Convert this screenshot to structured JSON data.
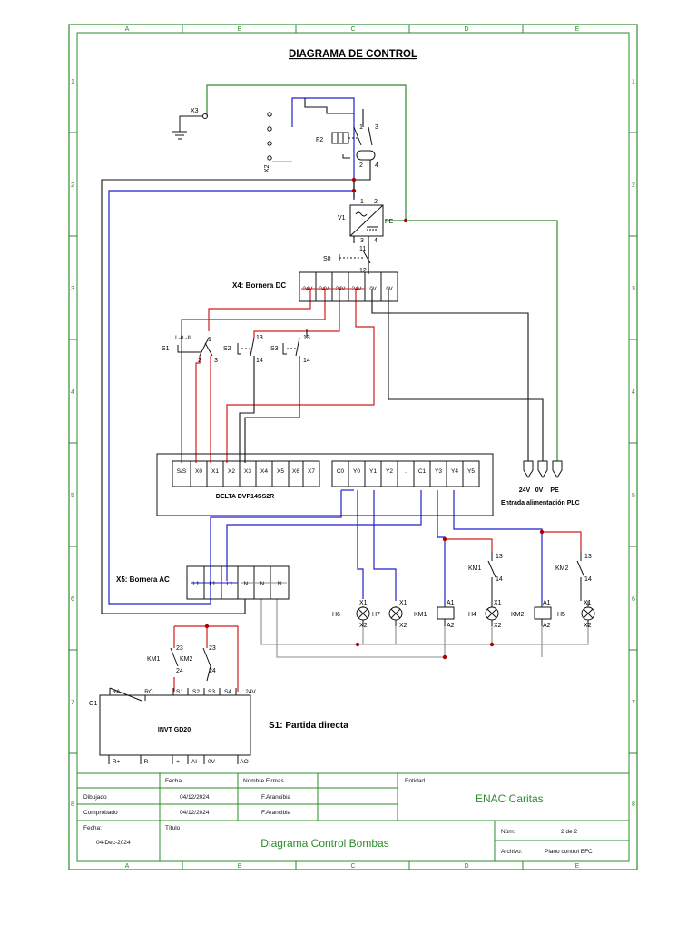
{
  "title": "DIAGRAMA DE CONTROL",
  "grid": {
    "columns": [
      "A",
      "B",
      "C",
      "D",
      "E"
    ],
    "rows": [
      "1",
      "2",
      "3",
      "4",
      "5",
      "6",
      "7",
      "8"
    ]
  },
  "colors": {
    "frame": "#2e8b2e",
    "wire_blue": "#1f1fd0",
    "wire_red": "#d01c1c",
    "wire_black": "#111111",
    "wire_green": "#2e8b2e",
    "wire_gray": "#8c8c8c",
    "node": "#b00000"
  },
  "labels": {
    "x3": "X3",
    "x2": "X2",
    "f2": "F2",
    "f2_t1": "1",
    "f2_t3": "3",
    "f2_t2": "2",
    "f2_t4": "4",
    "v1": "V1",
    "v1_t1": "1",
    "v1_t2": "2",
    "v1_t3": "3",
    "v1_t4": "4",
    "v1_pe": "PE",
    "s0": "S0",
    "s0_t11": "11",
    "s0_t12": "12",
    "x4_title": "X4: Bornera DC",
    "x4_terms": [
      "24V",
      "24V",
      "24V",
      "24V",
      "0V",
      "0V"
    ],
    "s1_sel": "I -0 -II",
    "s1": "S1",
    "s1_t1": "1",
    "s1_t2": "2",
    "s1_t3": "3",
    "s2": "S2",
    "s2_t13": "13",
    "s2_t14": "14",
    "s3": "S3",
    "s3_t13": "13",
    "s3_t14": "14",
    "plc_inputs": [
      "S/S",
      "X0",
      "X1",
      "X2",
      "X3",
      "X4",
      "X5",
      "X6",
      "X7"
    ],
    "plc_outputs": [
      "C0",
      "Y0",
      "Y1",
      "Y2",
      ".",
      "C1",
      "Y3",
      "Y4",
      "Y5"
    ],
    "plc_name": "DELTA DVP14SS2R",
    "supply_labels": [
      "24V",
      "0V",
      "PE"
    ],
    "supply_title": "Entrada alimentación PLC",
    "x5_title": "X5: Bornera AC",
    "x5_terms": [
      "L1",
      "L1",
      "L1",
      "N",
      "N",
      "N"
    ],
    "km1_out": "KM1",
    "km1_out_13": "13",
    "km1_out_14": "14",
    "km2_out": "KM2",
    "km2_out_13": "13",
    "km2_out_14": "14",
    "h6": "H6",
    "h7": "H7",
    "h4": "H4",
    "h5": "H5",
    "coil_km1": "KM1",
    "coil_km2": "KM2",
    "x1": "X1",
    "x2_t": "X2",
    "a1": "A1",
    "a2": "A2",
    "km1_aux": "KM1",
    "km1_aux_23": "23",
    "km1_aux_24": "24",
    "km2_aux": "KM2",
    "km2_aux_23": "23",
    "km2_aux_24": "24",
    "g1": "G1",
    "inv_top": [
      "RA",
      "RC",
      "S1",
      "S2",
      "S3",
      "S4",
      "24V"
    ],
    "inv_name": "INVT GD20",
    "inv_bottom": [
      "R+",
      "R-",
      "+",
      "AI",
      "0V",
      "AO"
    ],
    "s1_caption": "S1: Partida directa"
  },
  "title_block": {
    "col_fecha": "Fecha",
    "col_nombre": "Nombre Firmas",
    "col_entidad": "Entidad",
    "dibujado": "Dibujado",
    "dibujado_fecha": "04/12/2024",
    "dibujado_nombre": "F.Arancibia",
    "comprobado": "Comprobado",
    "comprobado_fecha": "04/12/2024",
    "comprobado_nombre": "F.Arancibia",
    "entidad": "ENAC Caritas",
    "fecha_label": "Fecha:",
    "fecha": "04-Dec-2024",
    "titulo_label": "Título",
    "titulo": "Diagrama Control Bombas",
    "num_label": "Núm:",
    "num": "2 de 2",
    "archivo_label": "Archivo:",
    "archivo": "Plano control EFC"
  }
}
